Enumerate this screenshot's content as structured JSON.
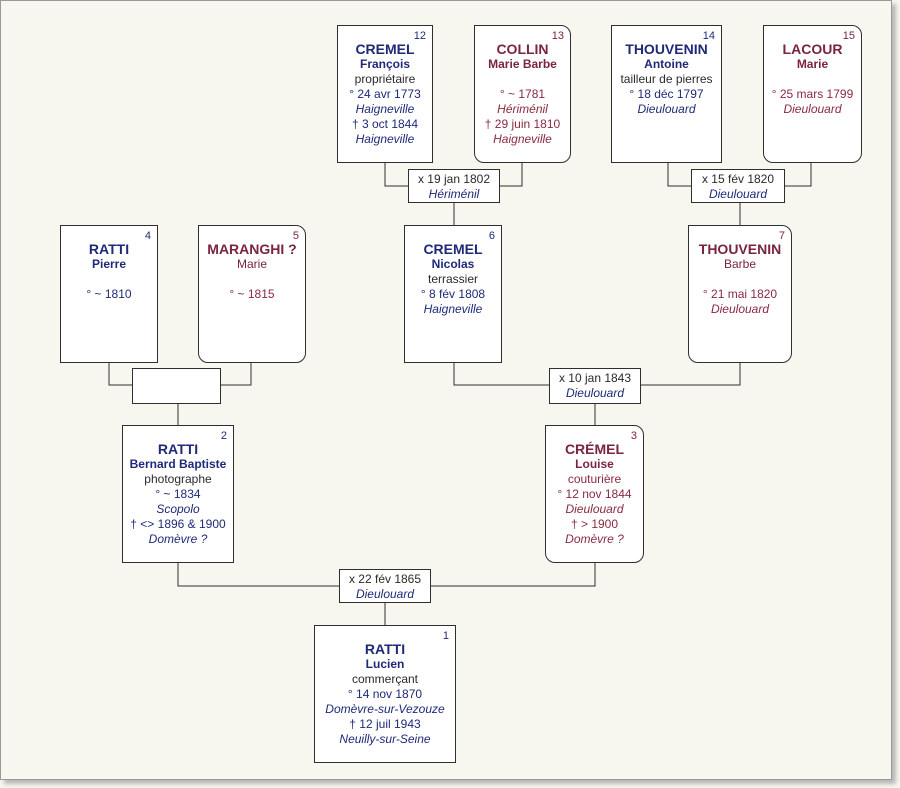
{
  "persons": {
    "p1": {
      "num": "1",
      "surname": "RATTI",
      "given": "Lucien",
      "occupation": "commerçant",
      "birth": "° 14 nov 1870",
      "birth_place": "Domèvre-sur-Vezouze",
      "death": "† 12 juil 1943",
      "death_place": "Neuilly-sur-Seine"
    },
    "p2": {
      "num": "2",
      "surname": "RATTI",
      "given": "Bernard Baptiste",
      "occupation": "photographe",
      "birth": "° ~ 1834",
      "birth_place": "Scopolo",
      "death": "† <> 1896 & 1900",
      "death_place": "Domèvre ?"
    },
    "p3": {
      "num": "3",
      "surname": "CRÉMEL",
      "given": "Louise",
      "occupation": "couturière",
      "birth": "° 12 nov 1844",
      "birth_place": "Dieulouard",
      "death": "† > 1900",
      "death_place": "Domèvre ?"
    },
    "p4": {
      "num": "4",
      "surname": "RATTI",
      "given": "Pierre",
      "birth": "° ~ 1810"
    },
    "p5": {
      "num": "5",
      "surname": "MARANGHI ?",
      "given": "Marie",
      "birth": "° ~ 1815"
    },
    "p6": {
      "num": "6",
      "surname": "CREMEL",
      "given": "Nicolas",
      "occupation": "terrassier",
      "birth": "° 8 fév 1808",
      "birth_place": "Haigneville"
    },
    "p7": {
      "num": "7",
      "surname": "THOUVENIN",
      "given": "Barbe",
      "birth": "° 21 mai 1820",
      "birth_place": "Dieulouard"
    },
    "p12": {
      "num": "12",
      "surname": "CREMEL",
      "given": "François",
      "occupation": "propriétaire",
      "birth": "° 24 avr 1773",
      "birth_place": "Haigneville",
      "death": "† 3 oct 1844",
      "death_place": "Haigneville"
    },
    "p13": {
      "num": "13",
      "surname": "COLLIN",
      "given": "Marie Barbe",
      "birth": "° ~ 1781",
      "birth_place": "Hériménil",
      "death": "† 29 juin 1810",
      "death_place": "Haigneville"
    },
    "p14": {
      "num": "14",
      "surname": "THOUVENIN",
      "given": "Antoine",
      "occupation": "tailleur de pierres",
      "birth": "° 18 déc 1797",
      "birth_place": "Dieulouard"
    },
    "p15": {
      "num": "15",
      "surname": "LACOUR",
      "given": "Marie",
      "birth": "° 25 mars 1799",
      "birth_place": "Dieulouard"
    }
  },
  "marriages": {
    "m1": {
      "date": "x 22 fév 1865",
      "place": "Dieulouard"
    },
    "m2": {
      "date": "",
      "place": ""
    },
    "m3": {
      "date": "x 10 jan 1843",
      "place": "Dieulouard"
    },
    "m6": {
      "date": "x 19 jan 1802",
      "place": "Hériménil"
    },
    "m7": {
      "date": "x 15 fév 1820",
      "place": "Dieulouard"
    }
  },
  "colors": {
    "male": "#1e2a78",
    "female": "#7a2440",
    "line": "#2f2f2f",
    "background": "#f7f7ef"
  }
}
